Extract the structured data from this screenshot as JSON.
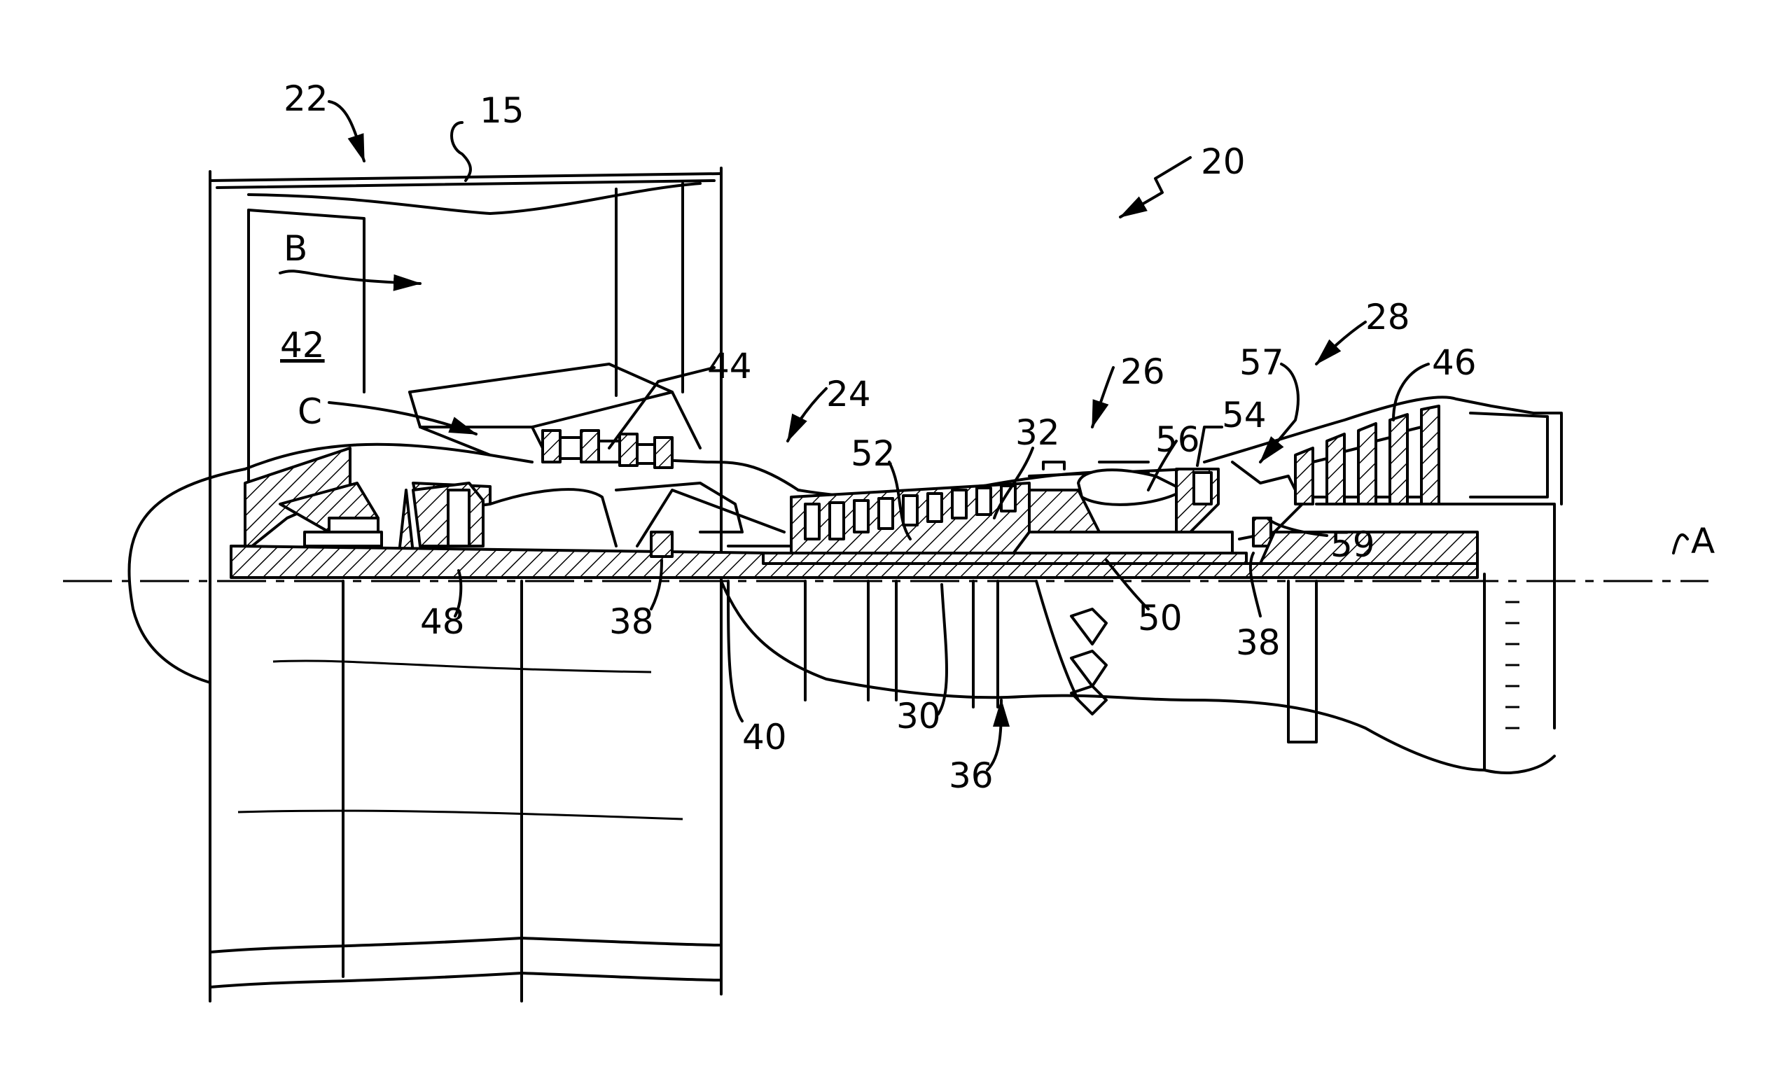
{
  "figure": {
    "engine_ref": "20",
    "fan_section_ref": "22",
    "compressor_section_ref": "24",
    "combustor_section_ref": "26",
    "turbine_section_ref": "28",
    "inner_shaft_ref": "30",
    "outer_shaft_ref": "32",
    "high_spool_ref": "36",
    "bearing_ref": "38",
    "bearing_ref_aft": "38",
    "fan_drive_shaft_ref": "40",
    "fan_ref": "42",
    "low_pressure_compressor_ref": "44",
    "low_pressure_turbine_ref": "46",
    "geared_architecture_ref": "48",
    "rotor_ref": "50",
    "high_pressure_compressor_ref": "52",
    "high_pressure_turbine_ref": "54",
    "combustor_ref": "56",
    "mid_turbine_frame_ref": "57",
    "airfoil_ref": "59",
    "nacelle_ref": "15",
    "bypass_flow_label": "B",
    "core_flow_label": "C",
    "axis_label": "A"
  }
}
